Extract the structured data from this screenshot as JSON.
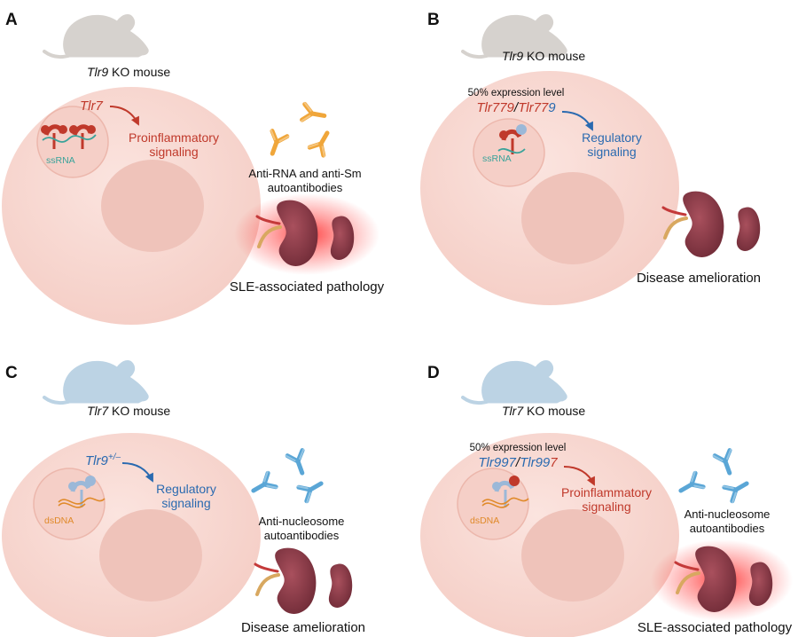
{
  "colors": {
    "red_text": "#c0392b",
    "blue_text": "#2a6ab0",
    "cell_fill": "#f8dcd6",
    "grey_mouse": "#d6d2ce",
    "blue_mouse": "#bcd3e4",
    "orange_antibody": "#f0a63a",
    "blue_antibody": "#5aa6d6",
    "kidney": "#8c3a48",
    "inflammation_glow": "#ff2020"
  },
  "panels": [
    {
      "letter": "A",
      "mouse_gene": "Tlr9",
      "mouse_suffix": " KO mouse",
      "expression_note": "",
      "gene_label_parts": [
        {
          "text": "Tlr7",
          "color": "red"
        }
      ],
      "signaling": [
        "Proinflammatory",
        "signaling"
      ],
      "signaling_color": "red",
      "nucleic_acid": "ssRNA",
      "antibody_label": [
        "Anti-RNA and anti-Sm",
        "autoantibodies"
      ],
      "outcome": "SLE-associated pathology"
    },
    {
      "letter": "B",
      "mouse_gene": "Tlr9",
      "mouse_suffix": " KO mouse",
      "expression_note": "50% expression level",
      "gene_label_parts": [
        {
          "text": "Tlr779",
          "color": "red"
        },
        {
          "text": "/",
          "color": "black"
        },
        {
          "text": "Tlr77",
          "color": "red"
        },
        {
          "text": "9",
          "color": "blue"
        }
      ],
      "signaling": [
        "Regulatory",
        "signaling"
      ],
      "signaling_color": "blue",
      "nucleic_acid": "ssRNA",
      "antibody_label": [],
      "outcome": "Disease amelioration"
    },
    {
      "letter": "C",
      "mouse_gene": "Tlr7",
      "mouse_suffix": " KO mouse",
      "expression_note": "",
      "gene_label_parts": [
        {
          "text": "Tlr9",
          "color": "blue"
        },
        {
          "text": "+/–",
          "color": "blue",
          "sup": true
        }
      ],
      "signaling": [
        "Regulatory",
        "signaling"
      ],
      "signaling_color": "blue",
      "nucleic_acid": "dsDNA",
      "antibody_label": [
        "Anti-nucleosome",
        "autoantibodies"
      ],
      "outcome": "Disease amelioration"
    },
    {
      "letter": "D",
      "mouse_gene": "Tlr7",
      "mouse_suffix": " KO mouse",
      "expression_note": "50% expression level",
      "gene_label_parts": [
        {
          "text": "Tlr997",
          "color": "blue"
        },
        {
          "text": "/",
          "color": "black"
        },
        {
          "text": "Tlr99",
          "color": "blue"
        },
        {
          "text": "7",
          "color": "red"
        }
      ],
      "signaling": [
        "Proinflammatory",
        "signaling"
      ],
      "signaling_color": "red",
      "nucleic_acid": "dsDNA",
      "antibody_label": [
        "Anti-nucleosome",
        "autoantibodies"
      ],
      "outcome": "SLE-associated pathology"
    }
  ]
}
